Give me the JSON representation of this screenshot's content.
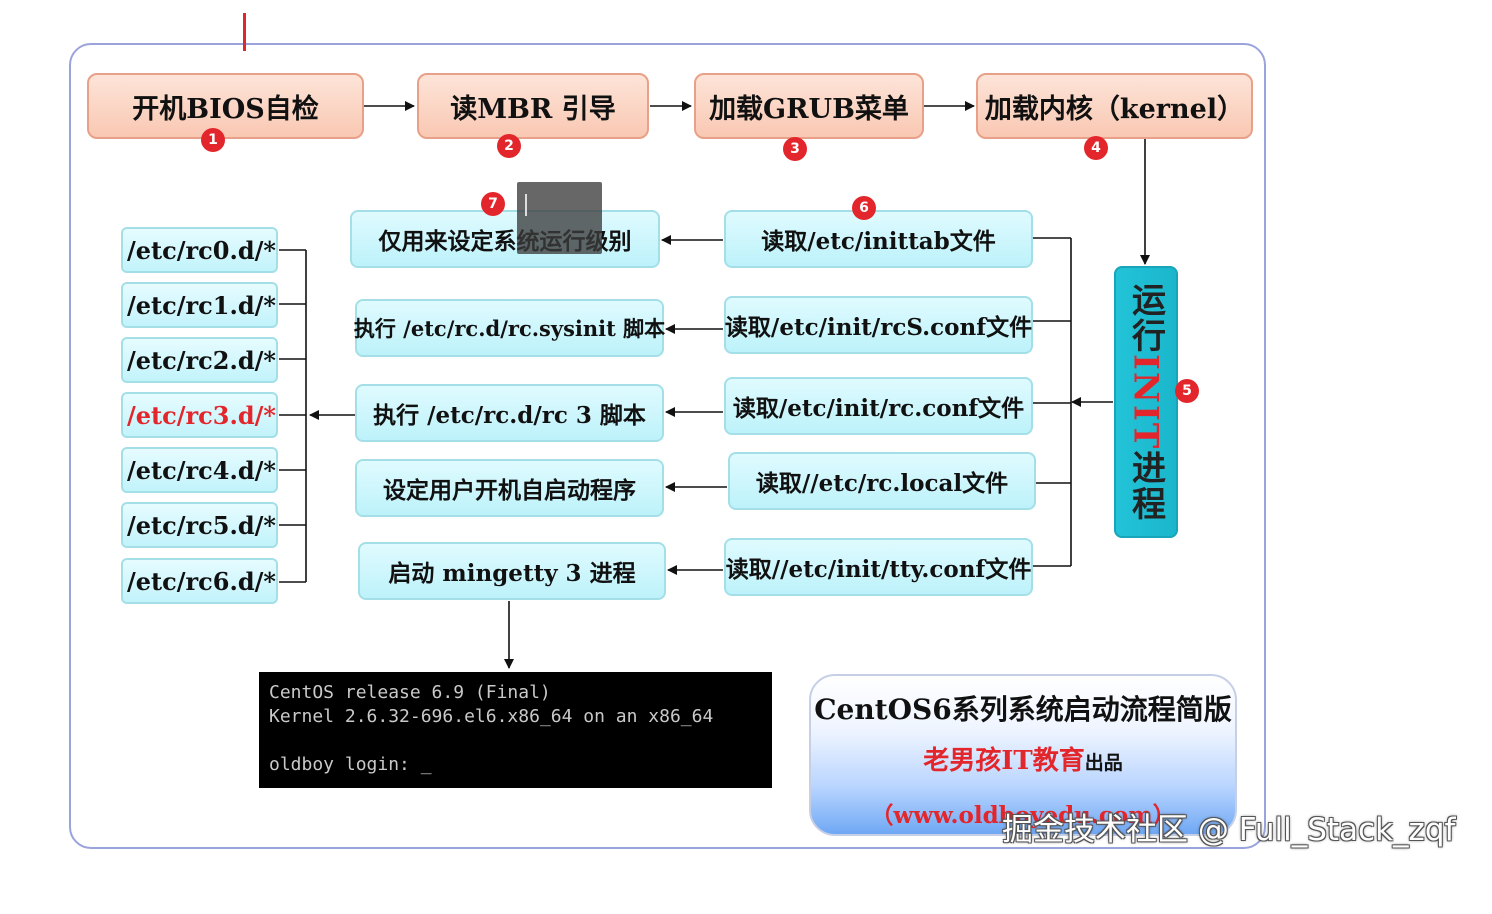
{
  "top_flow": [
    {
      "label": "开机BIOS自检",
      "step": "1"
    },
    {
      "label": "读MBR 引导",
      "step": "2"
    },
    {
      "label": "加载GRUB菜单",
      "step": "3"
    },
    {
      "label": "加载内核（kernel）",
      "step": "4"
    }
  ],
  "init": {
    "prefix": "运行",
    "highlight": "INIT",
    "suffix": "进程",
    "step": "5"
  },
  "reads": [
    {
      "label": "读取/etc/inittab文件",
      "step": "6"
    },
    {
      "label": "读取/etc/init/rcS.conf文件"
    },
    {
      "label": "读取/etc/init/rc.conf文件"
    },
    {
      "label": "读取//etc/rc.local文件"
    },
    {
      "label": "读取//etc/init/tty.conf文件"
    }
  ],
  "actions": [
    {
      "label": "仅用来设定系统运行级别",
      "step": "7"
    },
    {
      "label": "执行 /etc/rc.d/rc.sysinit 脚本"
    },
    {
      "label": "执行 /etc/rc.d/rc 3 脚本"
    },
    {
      "label": "设定用户开机自启动程序"
    },
    {
      "label": "启动 mingetty 3 进程"
    }
  ],
  "runlevels": [
    {
      "label": "/etc/rc0.d/*",
      "highlight": false
    },
    {
      "label": "/etc/rc1.d/*",
      "highlight": false
    },
    {
      "label": "/etc/rc2.d/*",
      "highlight": false
    },
    {
      "label": "/etc/rc3.d/*",
      "highlight": true
    },
    {
      "label": "/etc/rc4.d/*",
      "highlight": false
    },
    {
      "label": "/etc/rc5.d/*",
      "highlight": false
    },
    {
      "label": "/etc/rc6.d/*",
      "highlight": false
    }
  ],
  "terminal": {
    "line1": "CentOS release 6.9 (Final)",
    "line2": "Kernel 2.6.32-696.el6.x86_64 on an x86_64",
    "line3": "oldboy login: _"
  },
  "promo": {
    "title": "CentOS6系列系统启动流程简版",
    "brand": "老男孩IT教育",
    "brand_suffix": "出品",
    "url": "（www.oldboyedu.com）"
  },
  "watermark": "掘金技术社区 @ Full_Stack_zqf",
  "colors": {
    "accent_red": "#e3262b",
    "salmon_fill": "#f9c8b3",
    "cyan_fill": "#bdf2fa",
    "init_fill": "#1bb6cc",
    "frame_border": "#9aa3dc"
  }
}
